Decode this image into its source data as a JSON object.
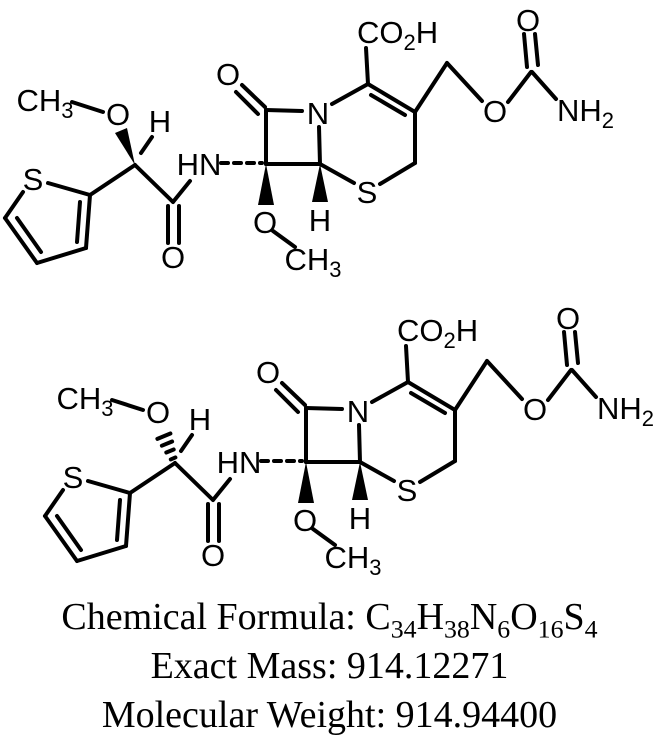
{
  "colors": {
    "background": "#ffffff",
    "ink": "#000000"
  },
  "molecule": {
    "copies": [
      {
        "name": "top",
        "c7_side_methoxy_stereo_bond": "solid-wedge"
      },
      {
        "name": "bottom",
        "c7_side_methoxy_stereo_bond": "hashed-wedge"
      }
    ],
    "atom_labels": {
      "side_chain_methyl": "CH3",
      "side_chain_ether_o": "O",
      "stereo_h": "H",
      "thiophene_s": "S",
      "amide_hn": "HN",
      "amide_o": "O",
      "lactam_o": "O",
      "ring_n": "N",
      "c7_methoxy_o": "O",
      "c7_methoxy_methyl": "CH3",
      "c6_h": "H",
      "ring_s": "S",
      "carboxylic_acid": "CO2H",
      "ester_o": "O",
      "carbamate_carbonyl_o": "O",
      "carbamate_amine": "NH2"
    }
  },
  "caption": {
    "formula_label": "Chemical Formula: ",
    "formula": "C34H38N6O16S4",
    "exact_mass": "Exact Mass: 914.12271",
    "molecular_weight": "Molecular Weight: 914.94400"
  }
}
